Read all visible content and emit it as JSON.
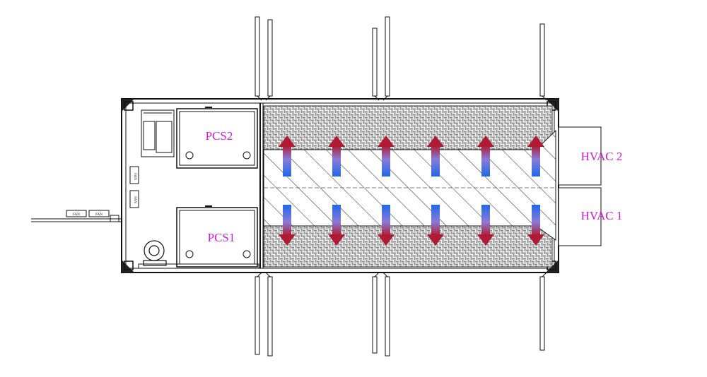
{
  "labels": {
    "pcs2": "PCS2",
    "pcs1": "PCS1",
    "hvac2": "HVAC 2",
    "hvac1": "HVAC 1",
    "fan_a": "FAN",
    "fan_b": "FAN",
    "side_a": "FAN",
    "side_b": "FAN"
  },
  "airflow": {
    "arrow_columns": 6,
    "arrow_rows": 2,
    "hot_color": "#b01a32",
    "cool_color": "#1f68e8"
  },
  "colors": {
    "label": "#d21ad2",
    "line": "#111111"
  }
}
